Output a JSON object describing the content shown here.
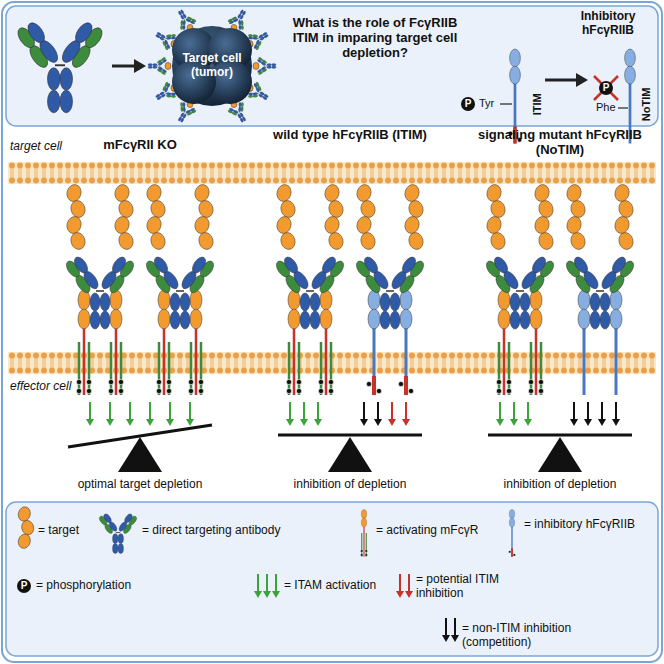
{
  "diagram": {
    "nodes": [
      {
        "text": [
          "Target cell (tumor)"
        ]
      }
    ],
    "labels": [
      "What is the role of FcγRIIB ITIM in imparing target cell depletion?",
      "Inhibitory hFcγRIIB",
      "P",
      "Tyr",
      "ITIM",
      "P",
      "Phe",
      "NoTIM",
      "target cell",
      "mFcγRII KO",
      "wild type hFcγRIIB (ITIM)",
      "signaling mutant hFcγRIIB (NoTIM)",
      "effector cell",
      "optimal target depletion",
      "inhibition of depletion",
      "inhibition of depletion",
      "P"
    ],
    "legend": [
      {
        "text": "= target"
      },
      {
        "text": "= direct targeting antibody"
      },
      {
        "text": "= activating mFcγR"
      },
      {
        "text": "= inhibitory hFcγRIIB"
      },
      {
        "text": "= phosphorylation"
      },
      {
        "text": "= ITAM activation"
      },
      {
        "text": "= potential ITIM inhibition"
      },
      {
        "text": "= non-ITIM inhibition (competition)"
      }
    ]
  }
}
